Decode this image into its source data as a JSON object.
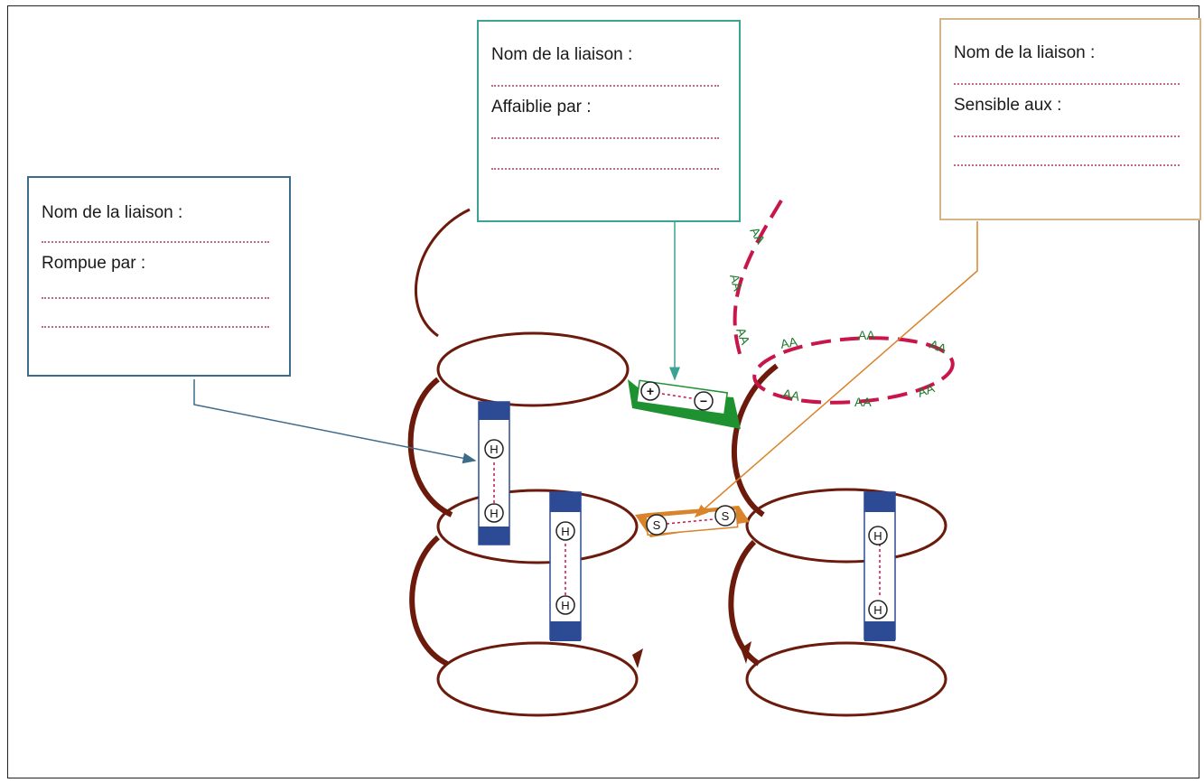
{
  "boxes": {
    "left": {
      "title": "Nom de la liaison :",
      "subtitle": "Rompue par :"
    },
    "middle": {
      "title": "Nom de la liaison :",
      "subtitle": "Affaiblie par :"
    },
    "right": {
      "title": "Nom de la liaison :",
      "subtitle": "Sensible aux :"
    }
  },
  "labels": {
    "hydrogen": "H",
    "sulfur": "S",
    "plus": "+",
    "minus": "−",
    "amino_acid": "AA"
  },
  "colors": {
    "helix": "#6b1a0c",
    "hydrogen_bond": "#2d4a94",
    "ionic_bond": "#1e9130",
    "disulfide_bond": "#d9832b",
    "loop": "#c8164a",
    "aa_text": "#1e7a2c",
    "box_left": "#3d6b8a",
    "box_middle": "#3aa394",
    "box_right": "#d4b58a"
  }
}
